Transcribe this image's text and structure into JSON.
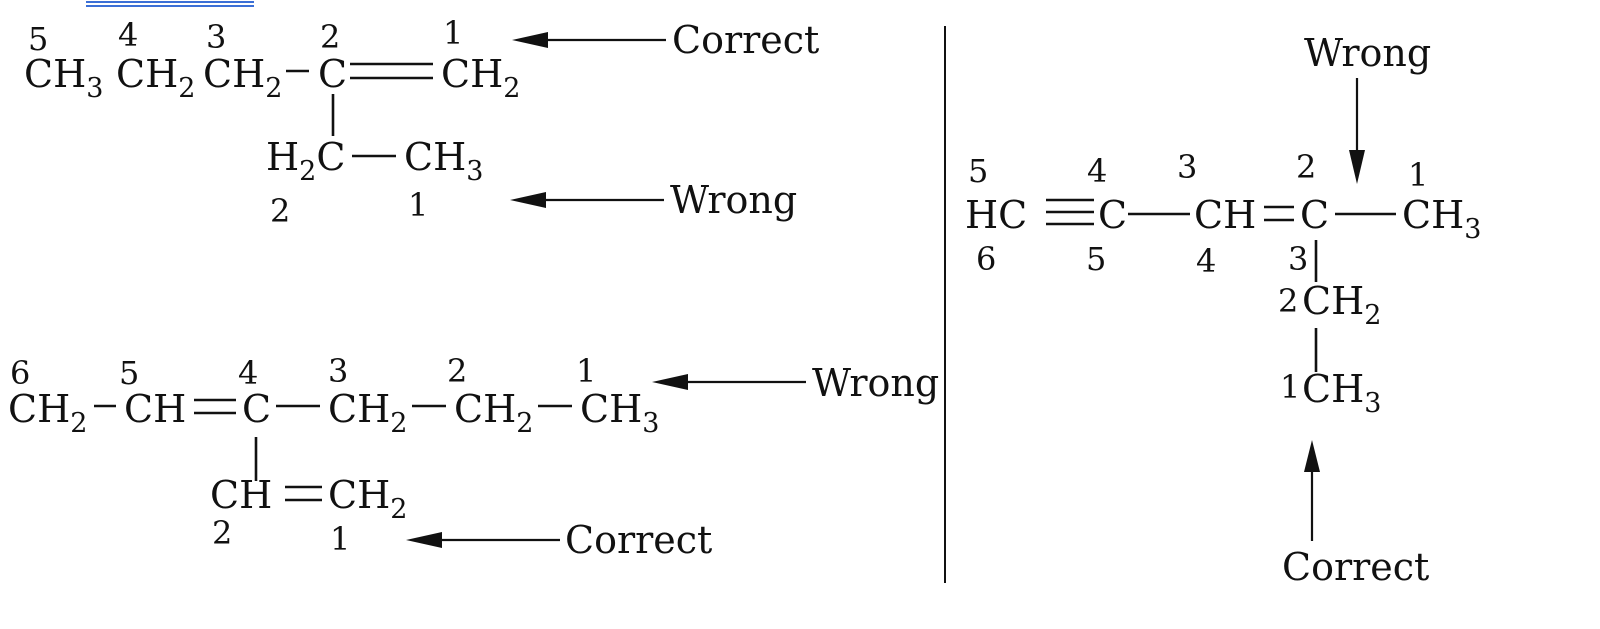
{
  "top_link": {
    "color": "#3b6fd6"
  },
  "structure_a": {
    "main_chain": [
      "CH3",
      "CH2",
      "CH2",
      "C",
      "CH2"
    ],
    "main_numbers": [
      "5",
      "4",
      "3",
      "2",
      "1"
    ],
    "branch": [
      "H2C",
      "CH3"
    ],
    "branch_numbers": [
      "2",
      "1"
    ],
    "label_top": "Correct",
    "label_bottom": "Wrong"
  },
  "structure_b": {
    "main_chain": [
      "CH2",
      "CH",
      "C",
      "CH2",
      "CH2",
      "CH3"
    ],
    "main_numbers": [
      "6",
      "5",
      "4",
      "3",
      "2",
      "1"
    ],
    "branch": [
      "CH",
      "CH2"
    ],
    "branch_numbers": [
      "2",
      "1"
    ],
    "label_top": "Wrong",
    "label_bottom": "Correct"
  },
  "structure_c": {
    "main_chain": [
      "HC",
      "C",
      "CH",
      "C",
      "CH3"
    ],
    "top_numbers": [
      "5",
      "4",
      "3",
      "2",
      "1"
    ],
    "bottom_numbers": [
      "6",
      "5",
      "4",
      "3"
    ],
    "branch": [
      "CH2",
      "CH3"
    ],
    "branch_numbers": [
      "2",
      "1"
    ],
    "label_top": "Wrong",
    "label_bottom": "Correct"
  }
}
